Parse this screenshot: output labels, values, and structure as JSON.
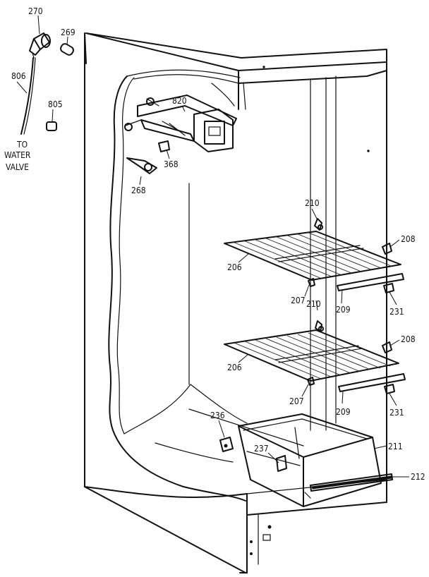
{
  "labels": {
    "p270": "270",
    "p269": "269",
    "p806": "806",
    "p805": "805",
    "to_water_valve": [
      "TO",
      "WATER",
      "VALVE"
    ],
    "p820": "820",
    "p368": "368",
    "p268": "268",
    "p210a": "210",
    "p208a": "208",
    "p206a": "206",
    "p207a": "207",
    "p209a": "209",
    "p231a": "231",
    "p210b": "210",
    "p208b": "208",
    "p206b": "206",
    "p207b": "207",
    "p209b": "209",
    "p231b": "231",
    "p236": "236",
    "p237": "237",
    "p211": "211",
    "p212": "212"
  },
  "colors": {
    "ink": "#111111",
    "paper": "#ffffff"
  }
}
